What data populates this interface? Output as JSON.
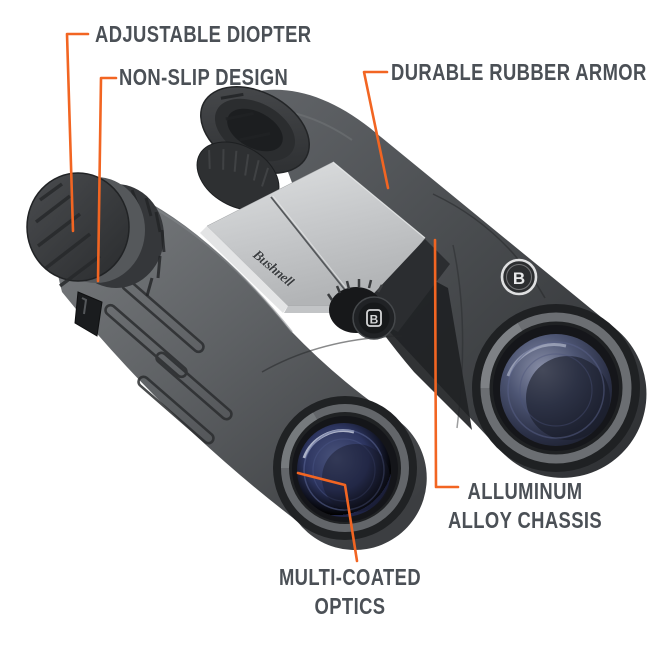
{
  "image": {
    "kind": "annotated-product-photo",
    "background": "#ffffff"
  },
  "colors": {
    "callout_orange": "#F26522",
    "label_gray": "#4B5056",
    "armor_gray": "#5A5D60",
    "bridge_silver": "#C8CACC",
    "lens_navy": "#2A3356"
  },
  "product": {
    "name": "Bushnell binoculars",
    "bridge_logo_text": "Bushnell",
    "emblem_letter": "B",
    "knob_logo_letter": "B"
  },
  "callouts": [
    {
      "label": "ADJUSTABLE DIOPTER"
    },
    {
      "label": "NON-SLIP DESIGN"
    },
    {
      "label": "DURABLE RUBBER ARMOR"
    },
    {
      "label_line1": "ALLUMINUM",
      "label_line2": "ALLOY CHASSIS"
    },
    {
      "label_line1": "MULTI-COATED",
      "label_line2": "OPTICS"
    }
  ]
}
